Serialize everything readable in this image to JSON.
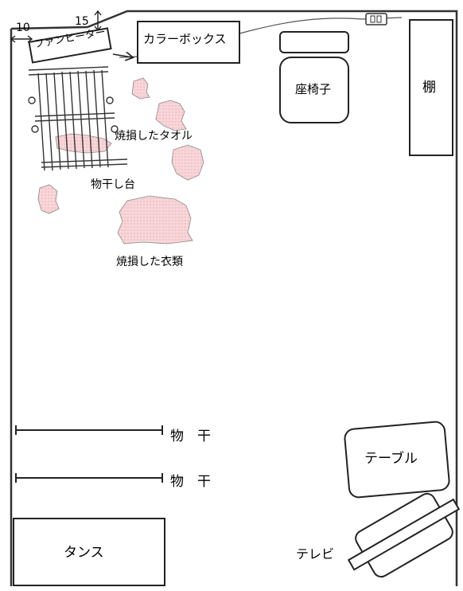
{
  "dimensions": {
    "top": "15",
    "left": "10"
  },
  "furniture": {
    "fan_heater": "ファンヒーター",
    "color_box": "カラーボックス",
    "chair": "座椅子",
    "shelf": "棚",
    "table": "テーブル",
    "tv": "テレビ",
    "dresser": "タンス"
  },
  "labels": {
    "burned_towel": "焼損したタオル",
    "drying_stand": "物干し台",
    "burned_clothes": "焼損した衣類",
    "drying_rod_1": "物　干",
    "drying_rod_2": "物　干"
  },
  "colors": {
    "burn": "#f7d3d6",
    "line": "#222222"
  }
}
